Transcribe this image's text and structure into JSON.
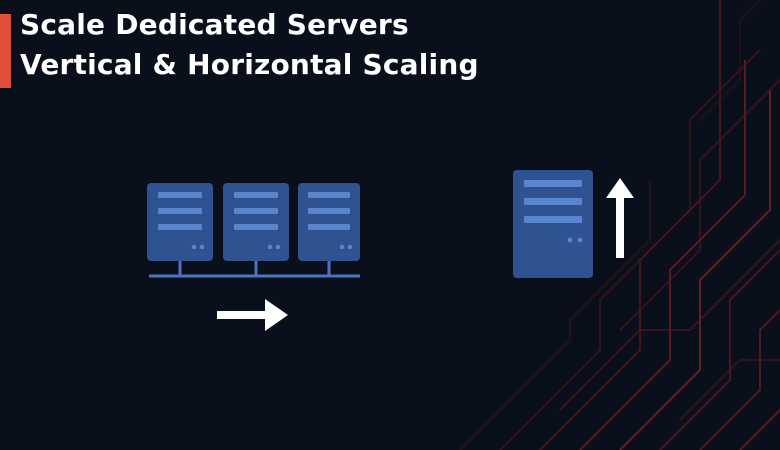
{
  "title": {
    "line1": "Scale Dedicated Servers",
    "line2": "Vertical & Horizontal Scaling"
  },
  "colors": {
    "background": "#0a0f1c",
    "accent": "#e0503a",
    "server": "#2f5391",
    "server_slot": "#5a86cf",
    "arrow": "#ffffff",
    "circuit": "#6a1f24"
  },
  "icons": {
    "horizontal_group": "server-rack-icons",
    "horizontal_arrow": "arrow-right-icon",
    "vertical_server": "server-icon",
    "vertical_arrow": "arrow-up-icon"
  }
}
